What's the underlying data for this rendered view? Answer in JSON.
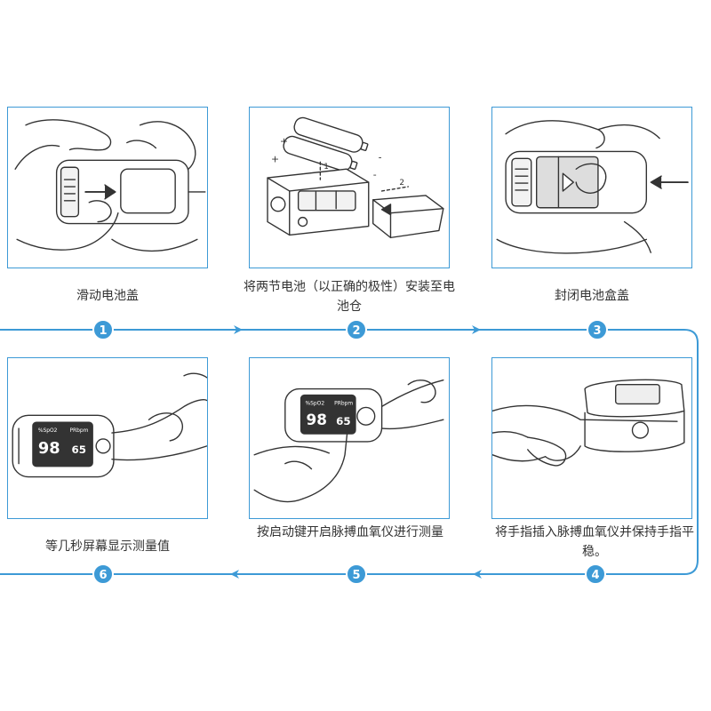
{
  "colors": {
    "accent": "#3d9ad6",
    "line": "#333333"
  },
  "steps": [
    {
      "number": "1",
      "caption": "滑动电池盖"
    },
    {
      "number": "2",
      "caption": "将两节电池（以正确的极性）安装至电池仓"
    },
    {
      "number": "3",
      "caption": "封闭电池盒盖"
    },
    {
      "number": "4",
      "caption": "将手指插入脉搏血氧仪并保持手指平稳。"
    },
    {
      "number": "5",
      "caption": "按启动键开启脉搏血氧仪进行测量"
    },
    {
      "number": "6",
      "caption": "等几秒屏幕显示测量值"
    }
  ],
  "device_readout": {
    "spo2_label": "%SpO2",
    "pr_label": "PRbpm",
    "spo2": "98",
    "pr": "65"
  },
  "battery_marks": {
    "plus": "+",
    "minus": "-",
    "mark1": "1",
    "mark2": "2"
  }
}
